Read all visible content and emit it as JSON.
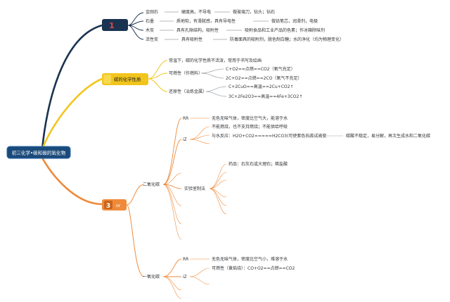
{
  "root": {
    "label": "初三化学•碳和碳的氧化物"
  },
  "branch1": {
    "number": "1",
    "rows": [
      {
        "name": "金刚石",
        "prop": "硬度高，不导电",
        "use": "做玻璃刀，钻头；钻石"
      },
      {
        "name": "石墨",
        "prop": "质地软，有滑腻感，具有导电性",
        "use": "做铅笔芯，润滑剂，电极"
      },
      {
        "name": "木炭",
        "prop": "具有孔隙结构，吸附性",
        "use": "吸附食品和工业产品的色素；作冰箱除味剂"
      },
      {
        "name": "活性炭",
        "prop": "具有吸附性",
        "use": "防毒面具的吸附剂，脱色制白糖；水的净化（均为物理变化）"
      }
    ]
  },
  "branch2": {
    "title": "碳的化学性质",
    "stability": "常温下，碳的化学性质不活泼，常用于书写及绘画",
    "flammability": {
      "label": "可燃性（作燃料）",
      "eq1": "C+O2==点燃==CO2（氧气充足）",
      "eq2": "2C+O2==点燃==2CO（氧气不充足）"
    },
    "reducibility": {
      "label": "还原性（冶炼金属）",
      "eq1": "C+2CuO==高温==2Cu+CO2↑",
      "eq2": "3C+2Fe2O3==高温==4Fe+3CO2↑"
    }
  },
  "branch3": {
    "number": "3",
    "suffix": "or",
    "co2": {
      "label": "二氧化碳",
      "phys_tag": "RR",
      "phys": "无色无味气体，密度比空气大，能溶于水",
      "chem_tag": "iZ",
      "chem1": "不能燃烧，也不支持燃烧；不能供给呼吸",
      "chem2": "与水反应：H2O+CO2=====H2CO3(可使紫色石蕊试液变",
      "chem2_note": "碳酸不稳定，易分解，再次生成水和二氧化碳",
      "lab": {
        "label": "实验室制法",
        "drugs": "药品：石灰石或大理石；稀盐酸"
      }
    },
    "co": {
      "label": "一氧化碳",
      "phys_tag": "RR",
      "phys": "无色无味气体，密度比空气小，难溶于水",
      "chem_tag": "iZ",
      "chem1": "可燃性（黄焰烧）：CO+O2==点燃==CO2"
    }
  },
  "colors": {
    "navy": "#1a3350",
    "yellow": "#f2c51d",
    "orange": "#ef8a3a",
    "root": "#1a4a7a"
  }
}
